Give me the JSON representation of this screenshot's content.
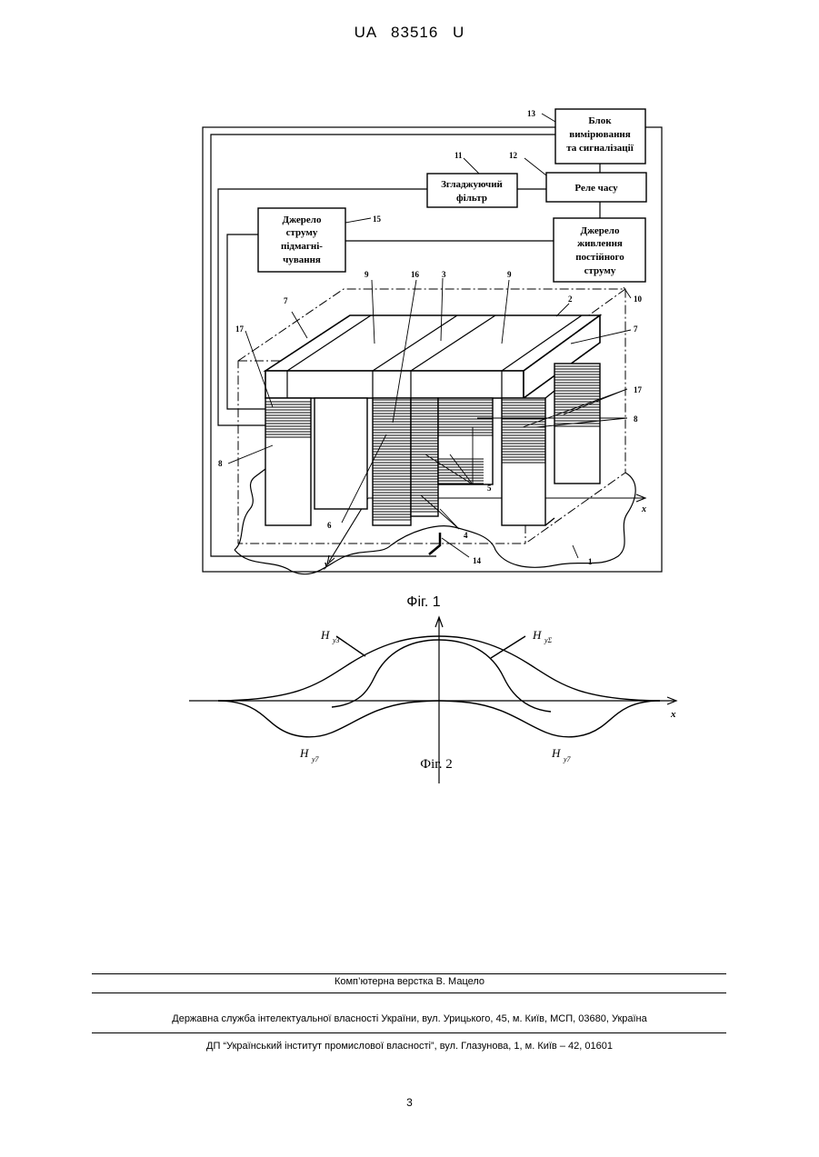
{
  "header": {
    "doc_number": "UA   83516   U"
  },
  "fig1": {
    "caption": "Фіг. 1",
    "blocks": {
      "measure_line1": "Блок",
      "measure_line2": "вимірювання",
      "measure_line3": "та сигналізації",
      "relay": "Реле часу",
      "filter_line1": "Згладжуючий",
      "filter_line2": "фільтр",
      "bias_line1": "Джерело",
      "bias_line2": "струму",
      "bias_line3": "підмагні-",
      "bias_line4": "чування",
      "dc_line1": "Джерело",
      "dc_line2": "живлення",
      "dc_line3": "постійного",
      "dc_line4": "струму"
    },
    "labels": {
      "n13": "13",
      "n12": "12",
      "n11": "11",
      "n15": "15",
      "n16": "16",
      "n3": "3",
      "n9a": "9",
      "n9b": "9",
      "n2": "2",
      "n10": "10",
      "n7a": "7",
      "n7b": "7",
      "n17a": "17",
      "n17b": "17",
      "n8a": "8",
      "n8b": "8",
      "n5": "5",
      "n4": "4",
      "n6": "6",
      "n14": "14",
      "n1": "1",
      "x": "x",
      "y": "y"
    }
  },
  "fig2": {
    "caption": "Фіг. 2",
    "labels": {
      "hy3_main": "H",
      "hy3_sub": "y3",
      "hysum_main": "H",
      "hysum_sub": "yΣ",
      "hy7l_main": "H",
      "hy7l_sub": "y7",
      "hy7r_main": "H",
      "hy7r_sub": "y7",
      "x": "x"
    }
  },
  "footer": {
    "layout_credit": "Комп’ютерна верстка В. Мацело",
    "agency": "Державна служба інтелектуальної власності України, вул. Урицького, 45, м. Київ, МСП, 03680, Україна",
    "institute": "ДП “Український інститут промислової власності”, вул. Глазунова, 1, м. Київ – 42, 01601",
    "page_number": "3"
  }
}
